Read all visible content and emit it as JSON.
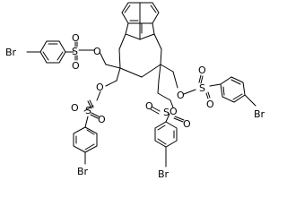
{
  "diagram": {
    "type": "chemical-structure",
    "atom_labels": {
      "br_top_left": "Br",
      "s_top_left": "S",
      "o_top_left_1": "O",
      "o_top_left_2": "O",
      "o_top_left_link": "O",
      "o_mid_left_link": "O",
      "s_bottom_left": "S",
      "o_bottom_left_1": "O",
      "o_bottom_left_2": "O",
      "br_bottom_left": "Br",
      "o_right_link": "O",
      "s_right": "S",
      "o_right_1": "O",
      "o_right_2": "O",
      "br_right": "Br",
      "o_bottom_right_link": "O",
      "s_bottom_right": "S",
      "o_bottom_right_1": "O",
      "o_bottom_right_2": "O",
      "br_bottom_right": "Br"
    }
  }
}
